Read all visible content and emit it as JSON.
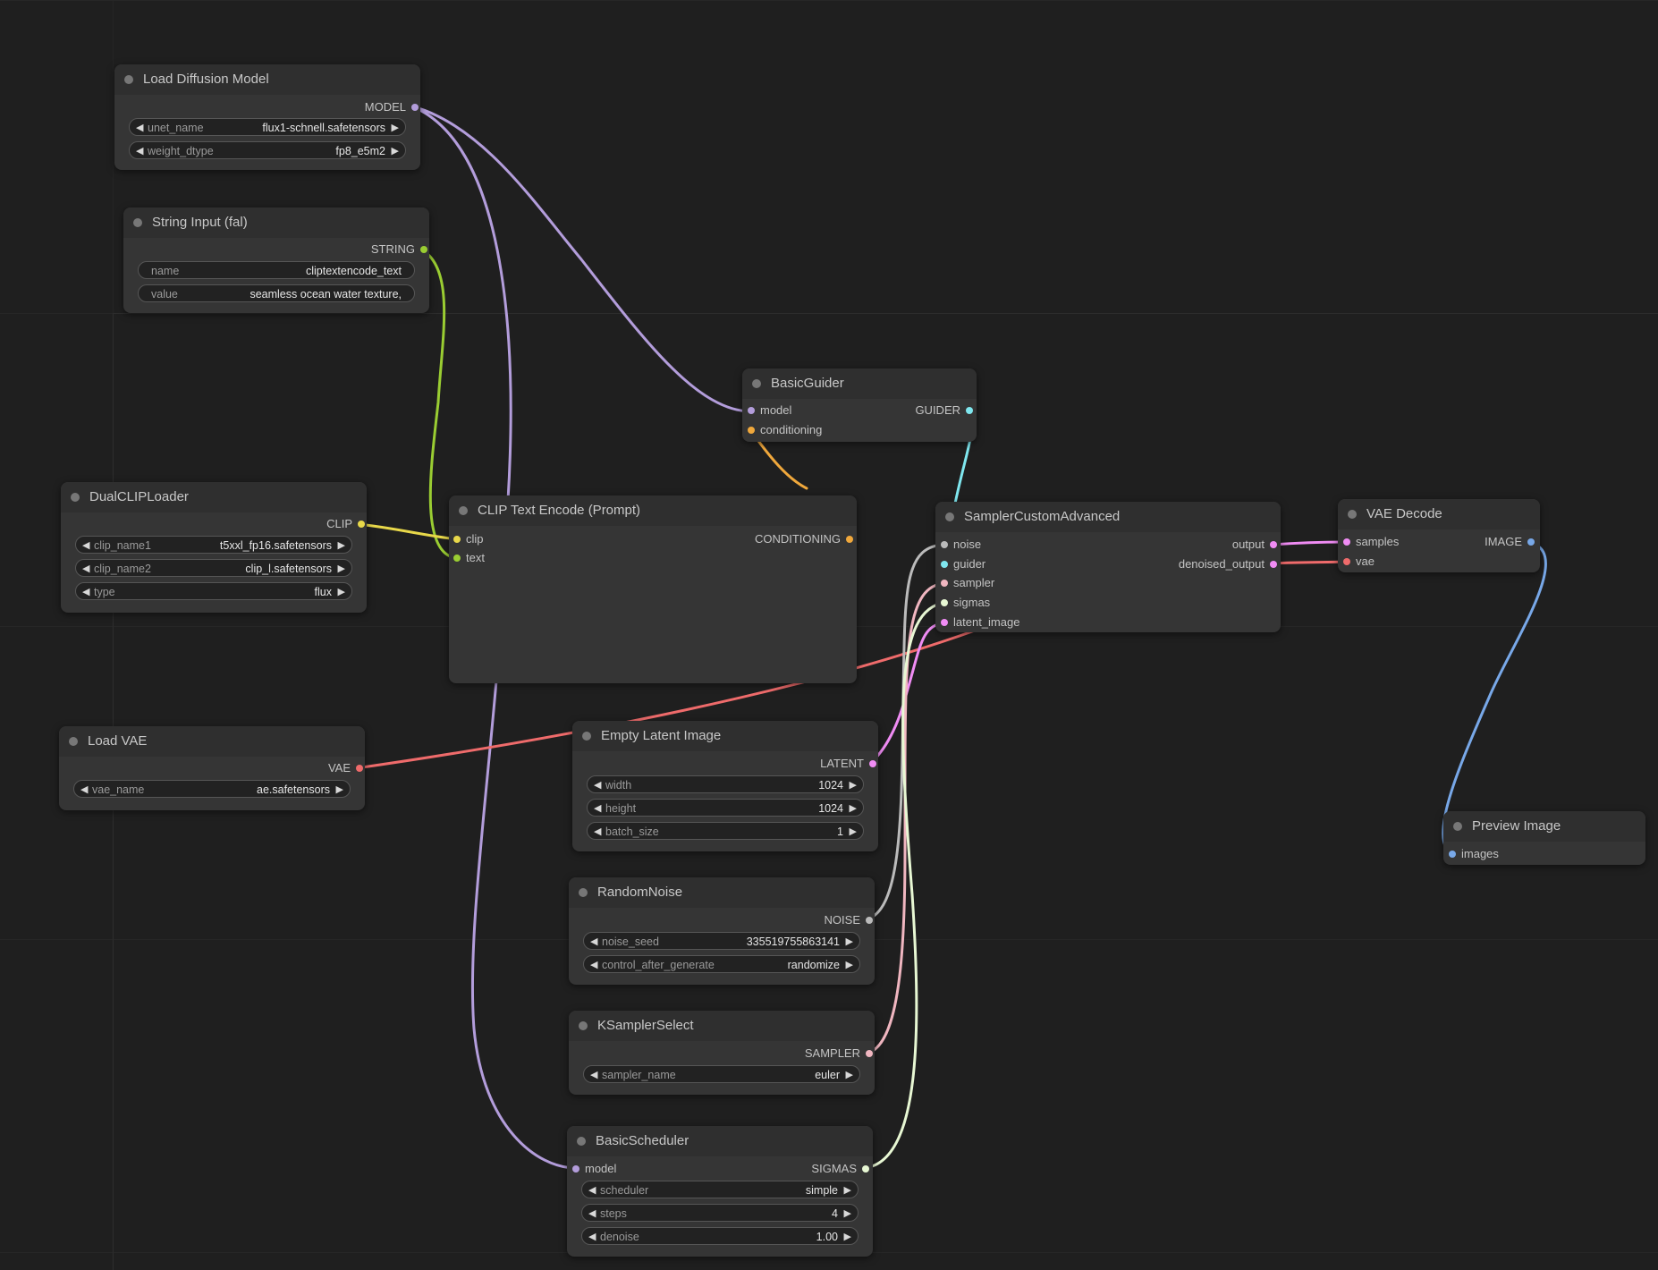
{
  "colors": {
    "model": "#b39ddb",
    "string": "#9acd32",
    "clip": "#e8d84a",
    "conditioning": "#f0a83c",
    "guider": "#7fe7ef",
    "vae": "#ef6b6b",
    "latent": "#f08cf4",
    "noise": "#bbbbbb",
    "sampler": "#f0b6c0",
    "sigmas": "#e8f8d4",
    "image": "#78a8e8"
  },
  "nodes": {
    "load_diffusion": {
      "title": "Load Diffusion Model",
      "out_model": "MODEL",
      "w_unet_label": "unet_name",
      "w_unet_value": "flux1-schnell.safetensors",
      "w_dtype_label": "weight_dtype",
      "w_dtype_value": "fp8_e5m2"
    },
    "string_input": {
      "title": "String Input (fal)",
      "out_string": "STRING",
      "w_name_label": "name",
      "w_name_value": "cliptextencode_text",
      "w_value_label": "value",
      "w_value_value": "seamless ocean water texture,"
    },
    "dual_clip": {
      "title": "DualCLIPLoader",
      "out_clip": "CLIP",
      "w_clip1_label": "clip_name1",
      "w_clip1_value": "t5xxl_fp16.safetensors",
      "w_clip2_label": "clip_name2",
      "w_clip2_value": "clip_l.safetensors",
      "w_type_label": "type",
      "w_type_value": "flux"
    },
    "clip_encode": {
      "title": "CLIP Text Encode (Prompt)",
      "in_clip": "clip",
      "in_text": "text",
      "out_conditioning": "CONDITIONING"
    },
    "basic_guider": {
      "title": "BasicGuider",
      "in_model": "model",
      "in_conditioning": "conditioning",
      "out_guider": "GUIDER"
    },
    "sampler_custom": {
      "title": "SamplerCustomAdvanced",
      "in_noise": "noise",
      "in_guider": "guider",
      "in_sampler": "sampler",
      "in_sigmas": "sigmas",
      "in_latent": "latent_image",
      "out_output": "output",
      "out_denoised": "denoised_output"
    },
    "vae_decode": {
      "title": "VAE Decode",
      "in_samples": "samples",
      "in_vae": "vae",
      "out_image": "IMAGE"
    },
    "preview_image": {
      "title": "Preview Image",
      "in_images": "images"
    },
    "load_vae": {
      "title": "Load VAE",
      "out_vae": "VAE",
      "w_vae_label": "vae_name",
      "w_vae_value": "ae.safetensors"
    },
    "empty_latent": {
      "title": "Empty Latent Image",
      "out_latent": "LATENT",
      "w_width_label": "width",
      "w_width_value": "1024",
      "w_height_label": "height",
      "w_height_value": "1024",
      "w_batch_label": "batch_size",
      "w_batch_value": "1"
    },
    "random_noise": {
      "title": "RandomNoise",
      "out_noise": "NOISE",
      "w_seed_label": "noise_seed",
      "w_seed_value": "335519755863141",
      "w_control_label": "control_after_generate",
      "w_control_value": "randomize"
    },
    "ksampler_select": {
      "title": "KSamplerSelect",
      "out_sampler": "SAMPLER",
      "w_sampler_label": "sampler_name",
      "w_sampler_value": "euler"
    },
    "basic_scheduler": {
      "title": "BasicScheduler",
      "in_model": "model",
      "out_sigmas": "SIGMAS",
      "w_scheduler_label": "scheduler",
      "w_scheduler_value": "simple",
      "w_steps_label": "steps",
      "w_steps_value": "4",
      "w_denoise_label": "denoise",
      "w_denoise_value": "1.00"
    }
  },
  "icons": {
    "arrow_left": "◀",
    "arrow_right": "▶"
  }
}
